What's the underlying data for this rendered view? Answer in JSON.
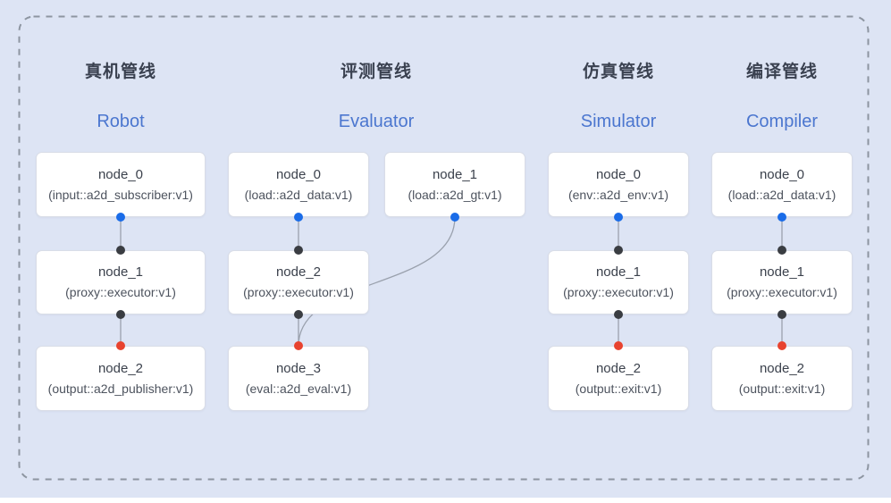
{
  "diagram": {
    "pipelines": [
      {
        "title_cn": "真机管线",
        "title_en": "Robot",
        "nodes": [
          {
            "name": "node_0",
            "type": "(input::a2d_subscriber:v1)"
          },
          {
            "name": "node_1",
            "type": "(proxy::executor:v1)"
          },
          {
            "name": "node_2",
            "type": "(output::a2d_publisher:v1)"
          }
        ]
      },
      {
        "title_cn": "评测管线",
        "title_en": "Evaluator",
        "nodes": [
          {
            "name": "node_0",
            "type": "(load::a2d_data:v1)"
          },
          {
            "name": "node_1",
            "type": "(load::a2d_gt:v1)"
          },
          {
            "name": "node_2",
            "type": "(proxy::executor:v1)"
          },
          {
            "name": "node_3",
            "type": "(eval::a2d_eval:v1)"
          }
        ]
      },
      {
        "title_cn": "仿真管线",
        "title_en": "Simulator",
        "nodes": [
          {
            "name": "node_0",
            "type": "(env::a2d_env:v1)"
          },
          {
            "name": "node_1",
            "type": "(proxy::executor:v1)"
          },
          {
            "name": "node_2",
            "type": "(output::exit:v1)"
          }
        ]
      },
      {
        "title_cn": "编译管线",
        "title_en": "Compiler",
        "nodes": [
          {
            "name": "node_0",
            "type": "(load::a2d_data:v1)"
          },
          {
            "name": "node_1",
            "type": "(proxy::executor:v1)"
          },
          {
            "name": "node_2",
            "type": "(output::exit:v1)"
          }
        ]
      }
    ],
    "edges": [
      {
        "pipeline": "Robot",
        "from": "node_0",
        "to": "node_1"
      },
      {
        "pipeline": "Robot",
        "from": "node_1",
        "to": "node_2"
      },
      {
        "pipeline": "Evaluator",
        "from": "node_0",
        "to": "node_2"
      },
      {
        "pipeline": "Evaluator",
        "from": "node_1",
        "to": "node_3"
      },
      {
        "pipeline": "Evaluator",
        "from": "node_2",
        "to": "node_3"
      },
      {
        "pipeline": "Simulator",
        "from": "node_0",
        "to": "node_1"
      },
      {
        "pipeline": "Simulator",
        "from": "node_1",
        "to": "node_2"
      },
      {
        "pipeline": "Compiler",
        "from": "node_0",
        "to": "node_1"
      },
      {
        "pipeline": "Compiler",
        "from": "node_1",
        "to": "node_2"
      }
    ],
    "colors": {
      "background": "#dde4f4",
      "frame_dash": "#8d95a1",
      "edge": "#9aa1ad",
      "node_fill": "#ffffff",
      "node_border": "#d9dde7",
      "title_cn": "#3a4150",
      "title_en": "#4b76cf",
      "port_output_blue": "#1a6ce8",
      "port_intermediate_black": "#3a3d42",
      "port_terminal_red": "#e8432f"
    }
  }
}
